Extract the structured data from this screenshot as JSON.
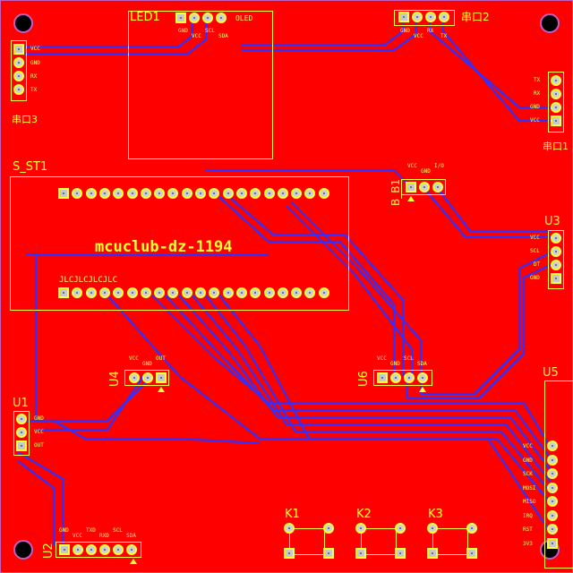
{
  "board": {
    "title": "mcuclub-dz-1194",
    "jlc_mark": "JLCJLCJLCJLC",
    "colors": {
      "copper": "#ff0000",
      "trace": "#3030ff",
      "silk": "#ffff33",
      "pad": "#d0d0d0",
      "outline": "#c060c0"
    }
  },
  "designators": {
    "led1": "LED1",
    "led1_name": "OLED",
    "serial2": "串口2",
    "serial1": "串口1",
    "serial3": "串口3",
    "s_st1": "S_ST1",
    "b_b1": "B_B1",
    "u1": "U1",
    "u2": "U2",
    "u3": "U3",
    "u4": "U4",
    "u5": "U5",
    "u6": "U6",
    "k1": "K1",
    "k2": "K2",
    "k3": "K3"
  },
  "pin_labels": {
    "led1": [
      "GND",
      "VCC",
      "SCL",
      "SDA"
    ],
    "serial2": [
      "GND",
      "VCC",
      "RX",
      "TX"
    ],
    "serial_left": [
      "VCC",
      "GND",
      "RX",
      "TX"
    ],
    "serial_right": [
      "TX",
      "RX",
      "GND",
      "VCC"
    ],
    "bb1": [
      "VCC",
      "GND",
      "I/O"
    ],
    "u3": [
      "VCC",
      "SCL",
      "DT",
      "GND"
    ],
    "u4": [
      "VCC",
      "GND",
      "OUT"
    ],
    "u6": [
      "VCC",
      "GND",
      "SCL",
      "SDA"
    ],
    "u1": [
      "GND",
      "VCC",
      "OUT"
    ],
    "u2": [
      "GND",
      "VCC",
      "TXD",
      "RXD",
      "SCL",
      "SDA"
    ],
    "u5": [
      "VCC",
      "GND",
      "SCK",
      "MOSI",
      "MISO",
      "IRQ",
      "RST",
      "3V3"
    ]
  }
}
